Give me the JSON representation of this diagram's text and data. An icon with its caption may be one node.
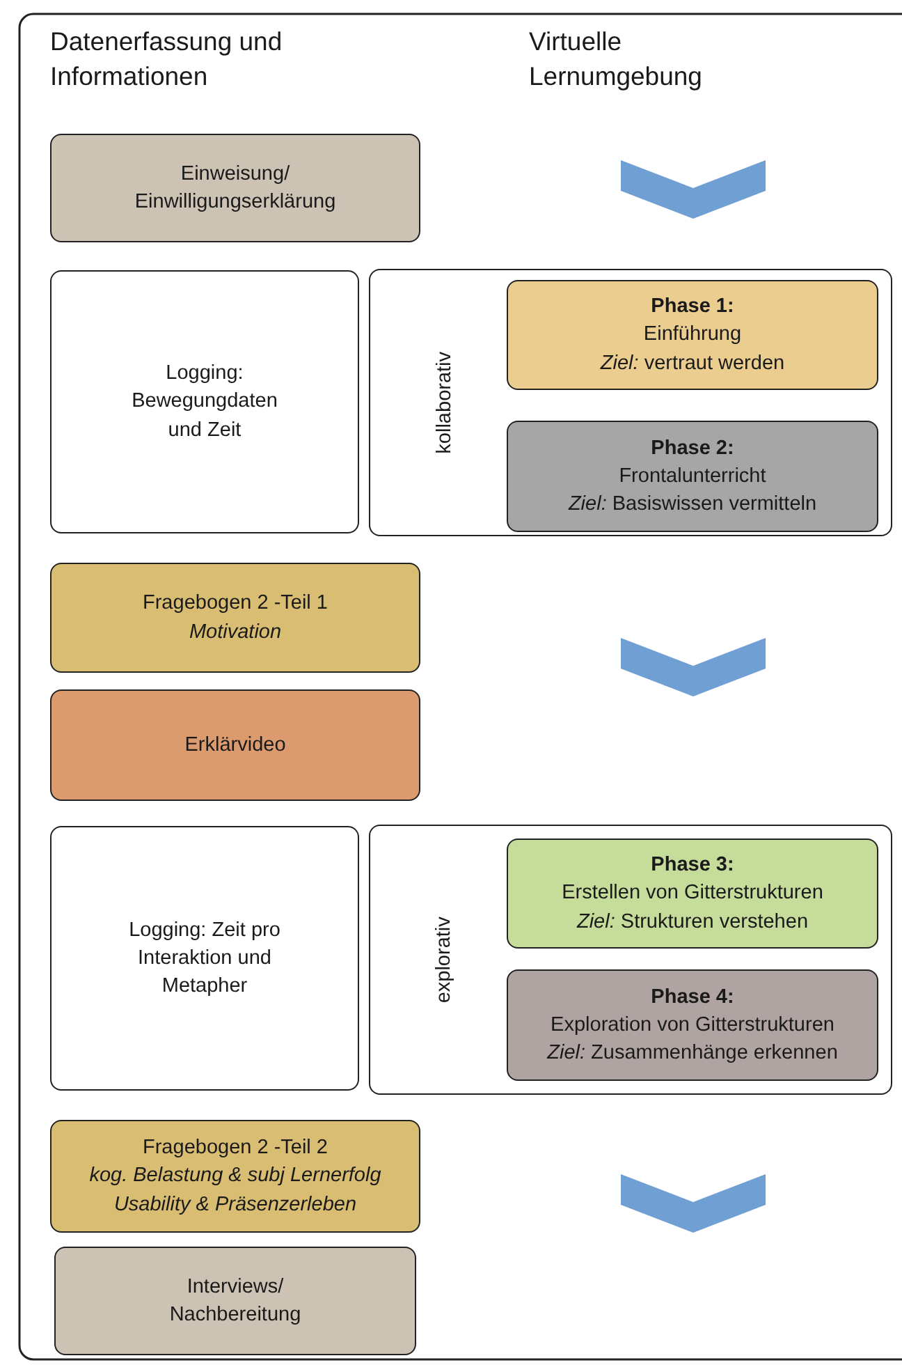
{
  "diagram": {
    "nodes": [
      {
        "text": [
          "Einweisung/ Einwilligungserklärung"
        ]
      },
      {
        "text": [
          "Logging: Bewegungdaten und Zeit"
        ]
      },
      {
        "text": [
          "kollaborativ"
        ]
      },
      {
        "text": [
          "**Phase 1:**",
          "Einführung",
          "*Ziel:* vertraut werden"
        ],
        "in": 2
      },
      {
        "text": [
          "**Phase 2:**",
          "Frontalunterricht",
          "*Ziel:* Basiswissen vermitteln"
        ],
        "in": 2
      },
      {
        "text": [
          "Fragebogen 2 -Teil 1",
          "*Motivation*"
        ]
      },
      {
        "text": [
          "Erklärvideo"
        ]
      },
      {
        "text": [
          "Logging: Zeit pro Interaktion und Metapher"
        ]
      },
      {
        "text": [
          "explorativ"
        ]
      },
      {
        "text": [
          "**Phase 3:**",
          "Erstellen von Gitterstrukturen",
          "*Ziel:* Strukturen verstehen"
        ],
        "in": 8
      },
      {
        "text": [
          "**Phase 4:**",
          "Exploration von Gitterstrukturen",
          "*Ziel:* Zusammenhänge erkennen"
        ],
        "in": 8
      },
      {
        "text": [
          "Fragebogen 2 -Teil 2",
          "*kog. Belastung & subj Lernerfolg*",
          "*Usability & Präsenzerleben*"
        ]
      },
      {
        "text": [
          "Interviews/ Nachbereitung"
        ]
      }
    ],
    "edges": [],
    "labels": [
      "Datenerfassung und Informationen",
      "Virtuelle Lernumgebung"
    ]
  }
}
